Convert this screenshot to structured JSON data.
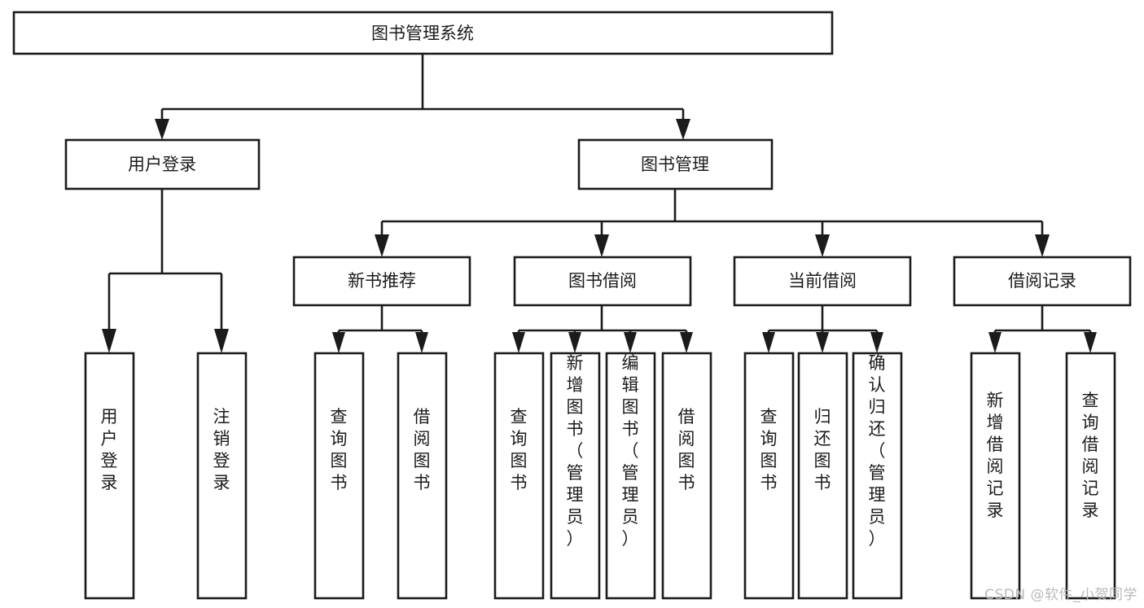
{
  "diagram": {
    "title": "图书管理系统",
    "type": "tree-hierarchy-chart",
    "root": {
      "id": "root",
      "label": "图书管理系统",
      "orientation": "horizontal"
    },
    "level1": [
      {
        "id": "user-login",
        "label": "用户登录",
        "orientation": "horizontal"
      },
      {
        "id": "book-management",
        "label": "图书管理",
        "orientation": "horizontal"
      }
    ],
    "level2": [
      {
        "id": "new-book-recommend",
        "label": "新书推荐",
        "parent": "book-management",
        "orientation": "horizontal"
      },
      {
        "id": "book-borrow",
        "label": "图书借阅",
        "parent": "book-management",
        "orientation": "horizontal"
      },
      {
        "id": "current-borrow",
        "label": "当前借阅",
        "parent": "book-management",
        "orientation": "horizontal"
      },
      {
        "id": "borrow-record",
        "label": "借阅记录",
        "parent": "book-management",
        "orientation": "horizontal"
      }
    ],
    "leaves": [
      {
        "id": "leaf-user-login",
        "label": "用户登录",
        "parent": "user-login",
        "orientation": "vertical"
      },
      {
        "id": "leaf-user-logout",
        "label": "注销登录",
        "parent": "user-login",
        "orientation": "vertical"
      },
      {
        "id": "leaf-query-book-1",
        "label": "查询图书",
        "parent": "new-book-recommend",
        "orientation": "vertical"
      },
      {
        "id": "leaf-borrow-book-1",
        "label": "借阅图书",
        "parent": "new-book-recommend",
        "orientation": "vertical"
      },
      {
        "id": "leaf-query-book-2",
        "label": "查询图书",
        "parent": "book-borrow",
        "orientation": "vertical"
      },
      {
        "id": "leaf-add-book",
        "label": "新增图书（管理员）",
        "parent": "book-borrow",
        "orientation": "vertical"
      },
      {
        "id": "leaf-edit-book",
        "label": "编辑图书（管理员）",
        "parent": "book-borrow",
        "orientation": "vertical"
      },
      {
        "id": "leaf-borrow-book-2",
        "label": "借阅图书",
        "parent": "book-borrow",
        "orientation": "vertical"
      },
      {
        "id": "leaf-query-book-3",
        "label": "查询图书",
        "parent": "current-borrow",
        "orientation": "vertical"
      },
      {
        "id": "leaf-return-book",
        "label": "归还图书",
        "parent": "current-borrow",
        "orientation": "vertical"
      },
      {
        "id": "leaf-confirm-return",
        "label": "确认归还（管理员）",
        "parent": "current-borrow",
        "orientation": "vertical"
      },
      {
        "id": "leaf-add-record",
        "label": "新增借阅记录",
        "parent": "borrow-record",
        "orientation": "vertical"
      },
      {
        "id": "leaf-query-record",
        "label": "查询借阅记录",
        "parent": "borrow-record",
        "orientation": "vertical"
      }
    ],
    "colors": {
      "box_stroke": "#1b1b1b",
      "box_fill": "#ffffff",
      "text": "#1b1b1b",
      "background": "#ffffff",
      "watermark": "#b9b9b9"
    }
  },
  "watermark": {
    "text": "CSDN @软件_小贺同学"
  }
}
